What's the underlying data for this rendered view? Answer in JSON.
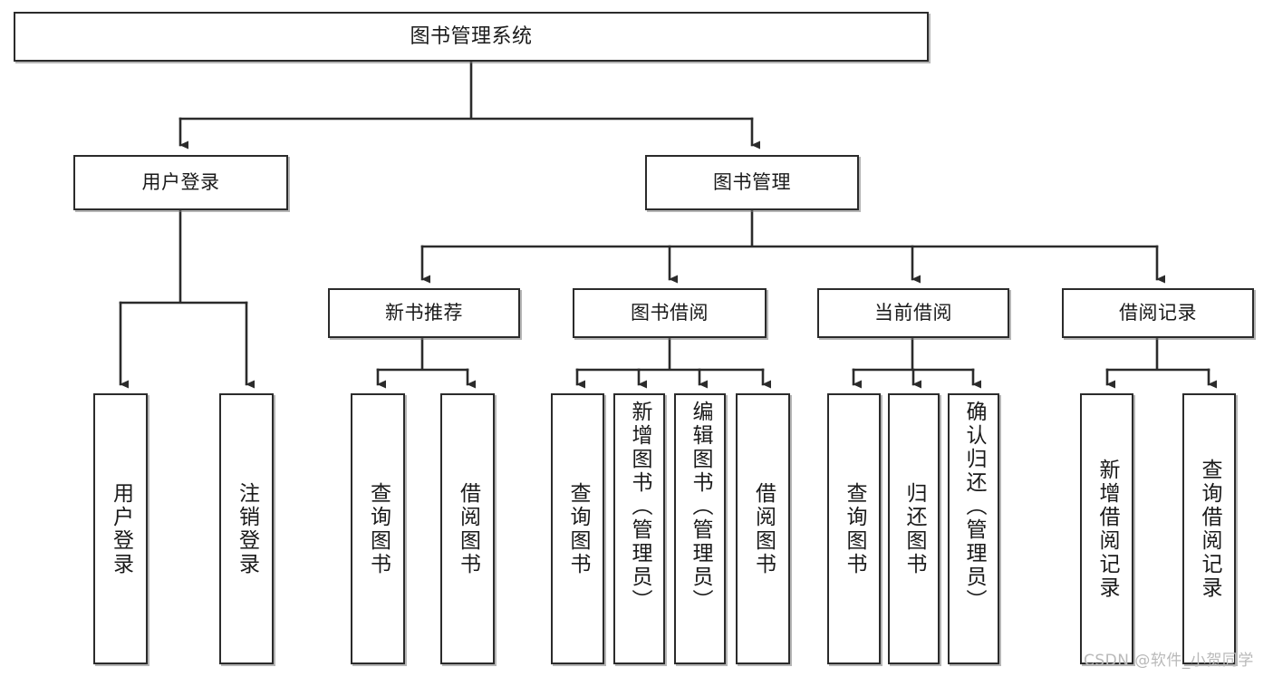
{
  "diagram": {
    "title": "图书管理系统",
    "type": "功能结构图",
    "theme": {
      "box_border": "#2b2b2b",
      "box_fill": "#ffffff",
      "edge_color": "#2b2b2b",
      "text_color": "#1a1a1a",
      "canvas_background": "#ffffff",
      "watermark_color": "#b9b9b9"
    },
    "levels": {
      "level1": "根节点",
      "level2": "一级模块",
      "level3": "二级模块",
      "level4": "功能叶节点"
    },
    "nodes": {
      "root": {
        "label": "图书管理系统",
        "orientation": "horizontal"
      },
      "user_login": {
        "label": "用户登录",
        "orientation": "horizontal"
      },
      "book_manage": {
        "label": "图书管理",
        "orientation": "horizontal"
      },
      "new_book_rec": {
        "label": "新书推荐",
        "orientation": "horizontal"
      },
      "book_borrow": {
        "label": "图书借阅",
        "orientation": "horizontal"
      },
      "current_borrow": {
        "label": "当前借阅",
        "orientation": "horizontal"
      },
      "borrow_record": {
        "label": "借阅记录",
        "orientation": "horizontal"
      },
      "leaf_user_login": {
        "label": "用户登录",
        "orientation": "vertical"
      },
      "leaf_logout": {
        "label": "注销登录",
        "orientation": "vertical"
      },
      "leaf_query_book_a": {
        "label": "查询图书",
        "orientation": "vertical"
      },
      "leaf_borrow_book_a": {
        "label": "借阅图书",
        "orientation": "vertical"
      },
      "leaf_query_book_b": {
        "label": "查询图书",
        "orientation": "vertical"
      },
      "leaf_add_book": {
        "label": "新增图书（管理员）",
        "orientation": "vertical"
      },
      "leaf_edit_book": {
        "label": "编辑图书（管理员）",
        "orientation": "vertical"
      },
      "leaf_borrow_book_b": {
        "label": "借阅图书",
        "orientation": "vertical"
      },
      "leaf_query_book_c": {
        "label": "查询图书",
        "orientation": "vertical"
      },
      "leaf_return_book": {
        "label": "归还图书",
        "orientation": "vertical"
      },
      "leaf_confirm_return": {
        "label": "确认归还（管理员）",
        "orientation": "vertical"
      },
      "leaf_add_record": {
        "label": "新增借阅记录",
        "orientation": "vertical"
      },
      "leaf_query_record": {
        "label": "查询借阅记录",
        "orientation": "vertical"
      }
    },
    "edges": [
      {
        "from": "root",
        "to": "user_login"
      },
      {
        "from": "root",
        "to": "book_manage"
      },
      {
        "from": "user_login",
        "to": "leaf_user_login"
      },
      {
        "from": "user_login",
        "to": "leaf_logout"
      },
      {
        "from": "book_manage",
        "to": "new_book_rec"
      },
      {
        "from": "book_manage",
        "to": "book_borrow"
      },
      {
        "from": "book_manage",
        "to": "current_borrow"
      },
      {
        "from": "book_manage",
        "to": "borrow_record"
      },
      {
        "from": "new_book_rec",
        "to": "leaf_query_book_a"
      },
      {
        "from": "new_book_rec",
        "to": "leaf_borrow_book_a"
      },
      {
        "from": "book_borrow",
        "to": "leaf_query_book_b"
      },
      {
        "from": "book_borrow",
        "to": "leaf_add_book"
      },
      {
        "from": "book_borrow",
        "to": "leaf_edit_book"
      },
      {
        "from": "book_borrow",
        "to": "leaf_borrow_book_b"
      },
      {
        "from": "current_borrow",
        "to": "leaf_query_book_c"
      },
      {
        "from": "current_borrow",
        "to": "leaf_return_book"
      },
      {
        "from": "current_borrow",
        "to": "leaf_confirm_return"
      },
      {
        "from": "borrow_record",
        "to": "leaf_add_record"
      },
      {
        "from": "borrow_record",
        "to": "leaf_query_record"
      }
    ],
    "watermark": "CSDN @软件_小贺同学"
  }
}
